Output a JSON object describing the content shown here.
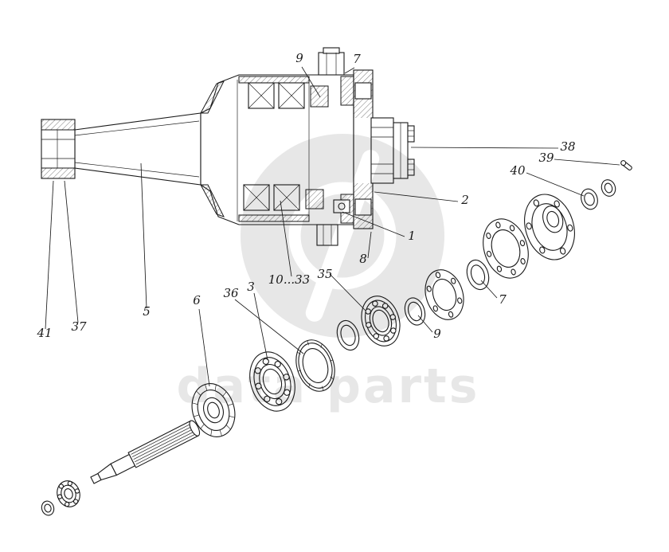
{
  "colors": {
    "ink": "#1a1a1a",
    "wm": "#cfcfcf"
  },
  "watermark": {
    "text": "data parts"
  },
  "labels": {
    "l9_top": "9",
    "l7_top": "7",
    "l38": "38",
    "l39": "39",
    "l40": "40",
    "l2": "2",
    "l1": "1",
    "l8": "8",
    "l7_mid": "7",
    "l9_mid": "9",
    "l35": "35",
    "l10_33": "10...33",
    "l3": "3",
    "l36": "36",
    "l6": "6",
    "l5": "5",
    "l37": "37",
    "l41": "41"
  }
}
